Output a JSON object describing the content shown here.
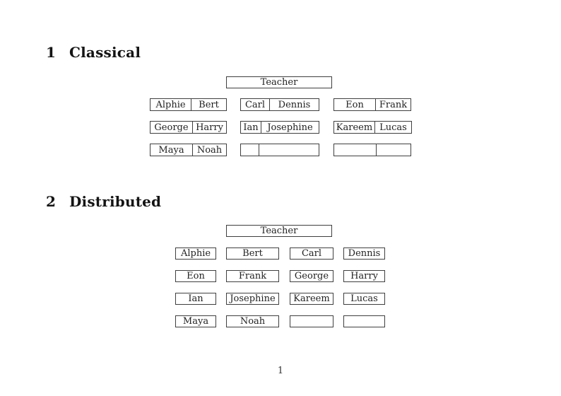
{
  "document": {
    "page_number": "1"
  },
  "sections": {
    "classical": {
      "number": "1",
      "title": "Classical",
      "teacher": "Teacher",
      "desks": [
        [
          "Alphie",
          "Bert"
        ],
        [
          "Carl",
          "Dennis"
        ],
        [
          "Eon",
          "Frank"
        ],
        [
          "George",
          "Harry"
        ],
        [
          "Ian",
          "Josephine"
        ],
        [
          "Kareem",
          "Lucas"
        ],
        [
          "Maya",
          "Noah"
        ],
        [
          "",
          ""
        ],
        [
          "",
          ""
        ]
      ]
    },
    "distributed": {
      "number": "2",
      "title": "Distributed",
      "teacher": "Teacher",
      "seats": [
        "Alphie",
        "Bert",
        "Carl",
        "Dennis",
        "Eon",
        "Frank",
        "George",
        "Harry",
        "Ian",
        "Josephine",
        "Kareem",
        "Lucas",
        "Maya",
        "Noah",
        "",
        ""
      ]
    }
  }
}
